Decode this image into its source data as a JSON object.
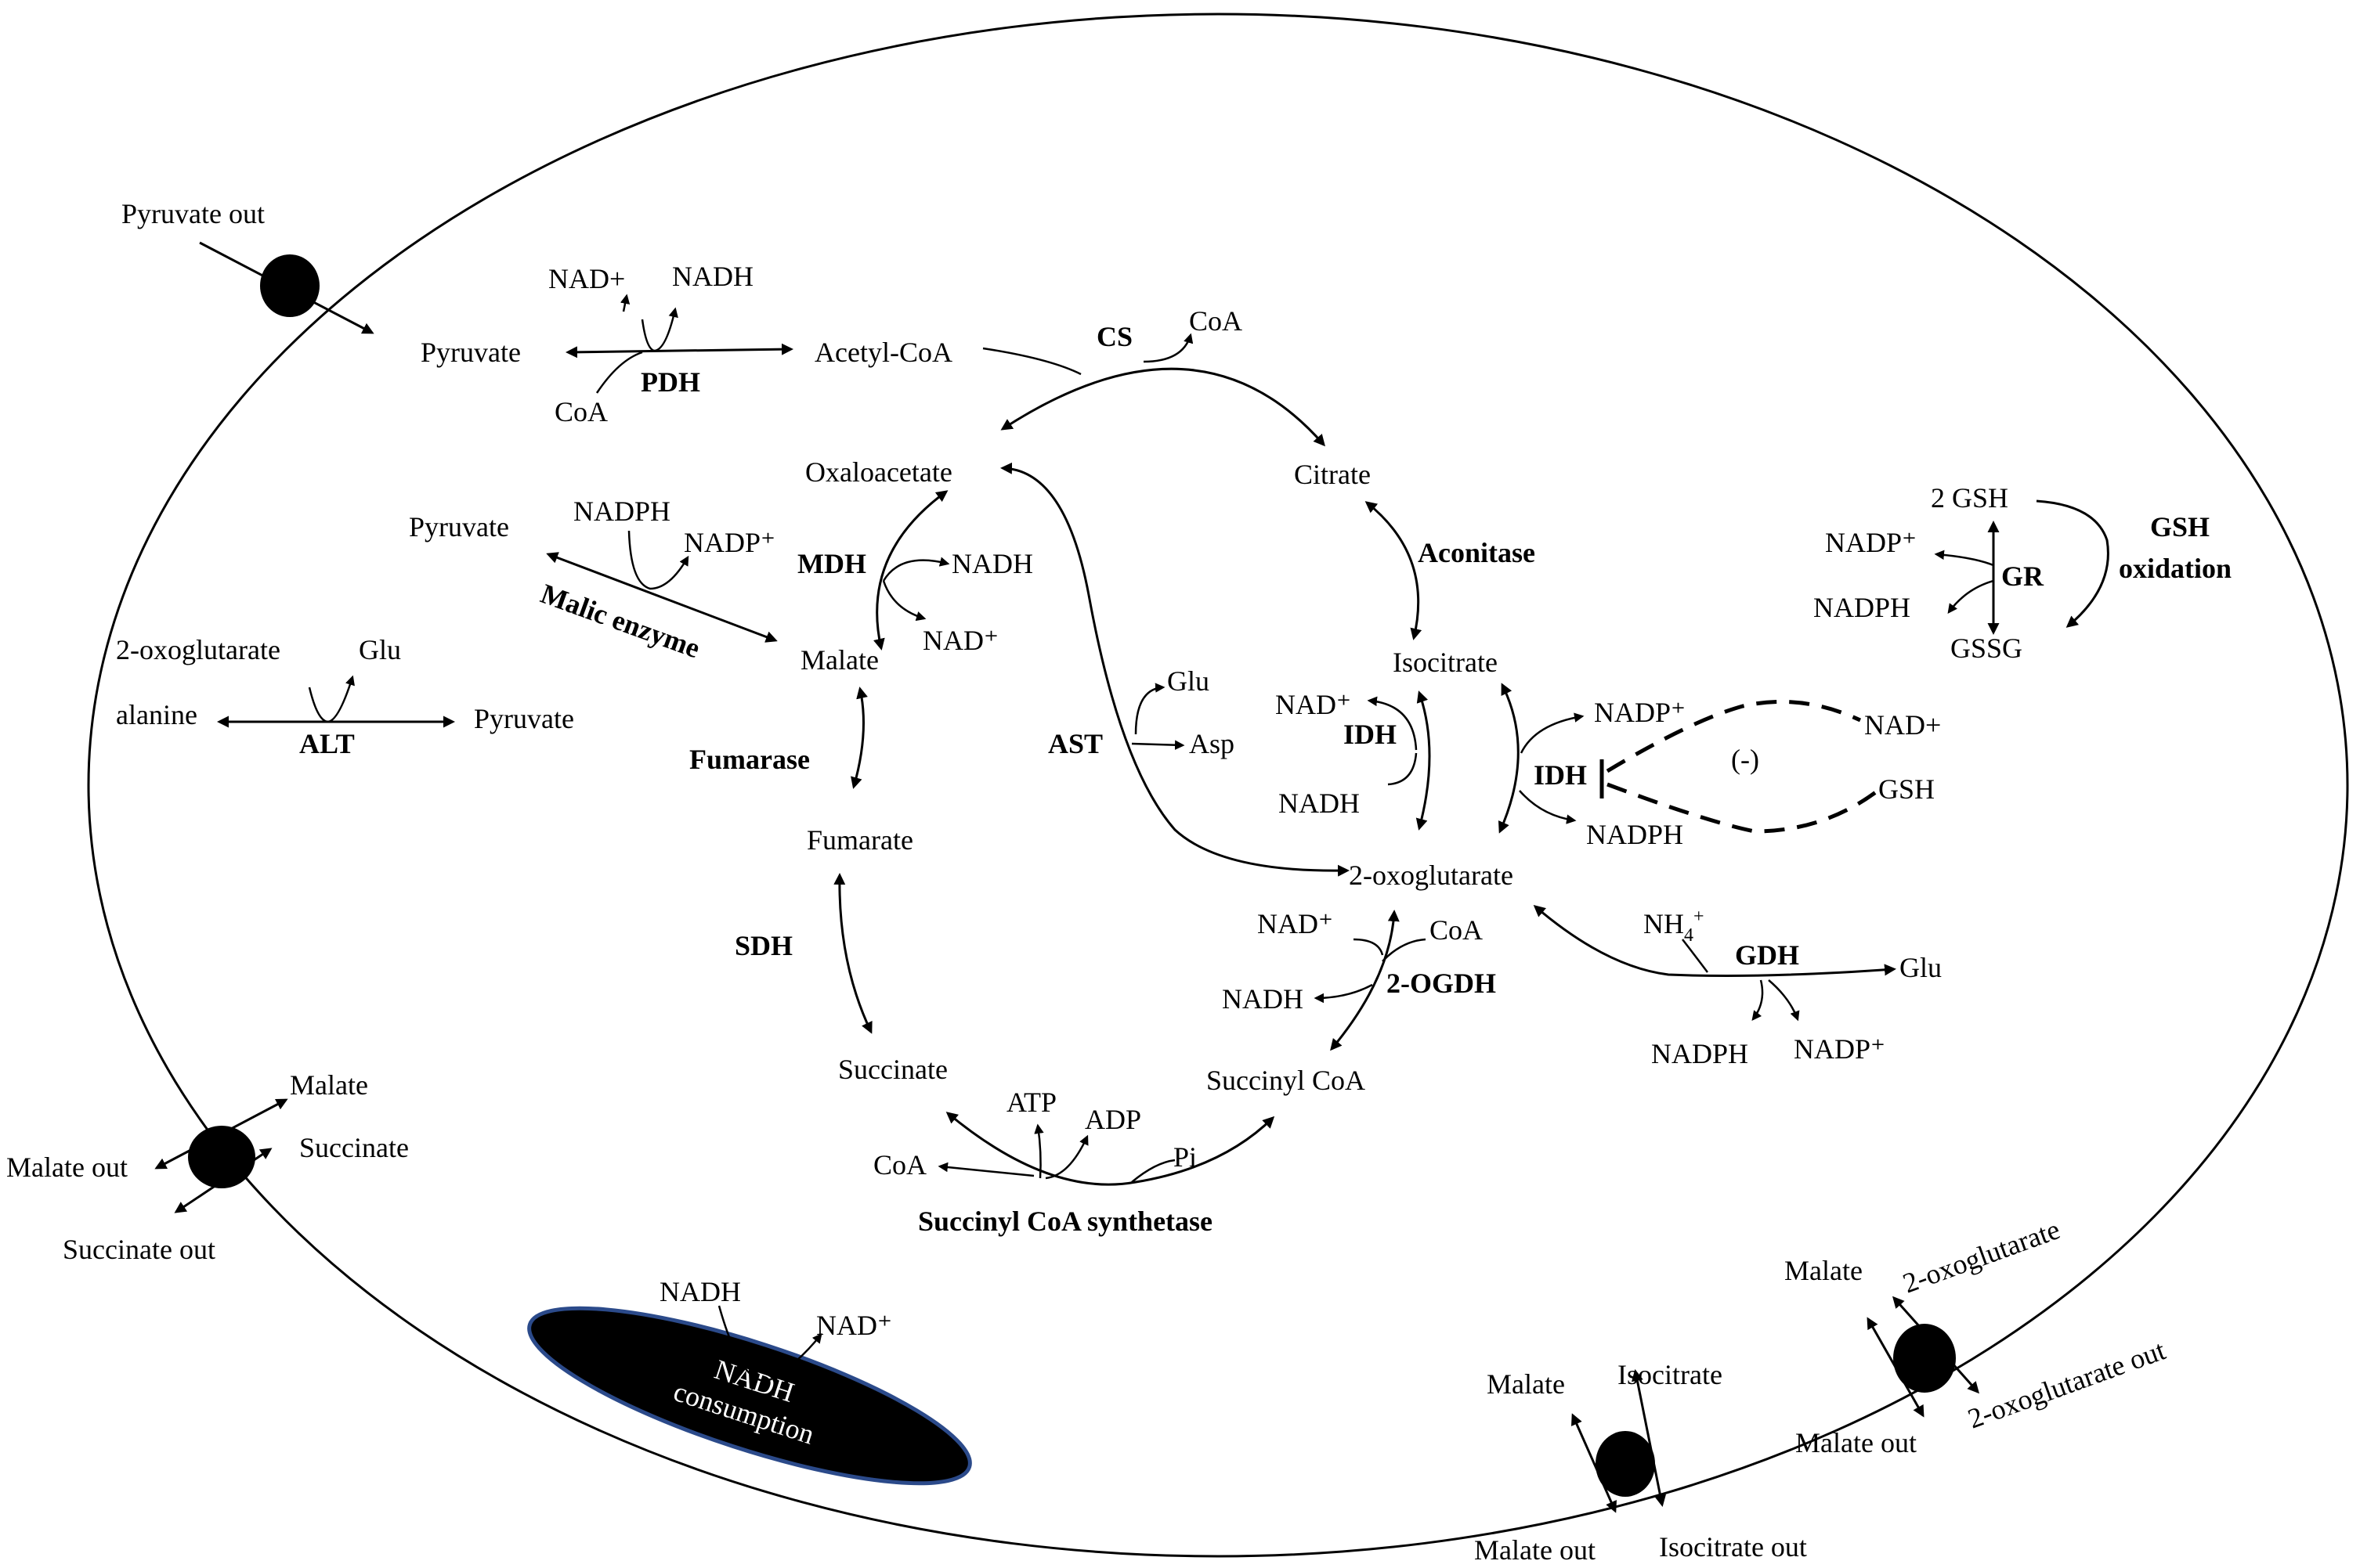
{
  "transporters": {
    "pyruvate_out": "Pyruvate out",
    "malate_a": "Malate",
    "succinate_a": "Succinate",
    "malate_out_a": "Malate out",
    "succinate_out_a": "Succinate out",
    "malate_b": "Malate",
    "isocitrate_b": "Isocitrate",
    "malate_out_b": "Malate out",
    "isocitrate_out_b": "Isocitrate out",
    "malate_c": "Malate",
    "oxoglutarate_c": "2-oxoglutarate",
    "malate_out_c": "Malate out",
    "oxoglutarate_out_c": "2-oxoglutarate out"
  },
  "nadh_consumption": {
    "title_line1": "NADH",
    "title_line2": "consumption",
    "nadh": "NADH",
    "nad": "NAD⁺"
  },
  "pdh": {
    "enzyme": "PDH",
    "pyruvate": "Pyruvate",
    "acetyl_coa": "Acetyl-CoA",
    "nad": "NAD+",
    "nadh": "NADH",
    "coa": "CoA"
  },
  "malic": {
    "enzyme": "Malic enzyme",
    "pyruvate": "Pyruvate",
    "nadph": "NADPH",
    "nadp": "NADP⁺"
  },
  "alt": {
    "enzyme": "ALT",
    "alanine": "alanine",
    "pyruvate": "Pyruvate",
    "oxoglutarate": "2-oxoglutarate",
    "glu": "Glu"
  },
  "tca": {
    "cs": "CS",
    "coa_cs": "CoA",
    "oxaloacetate": "Oxaloacetate",
    "citrate": "Citrate",
    "aconitase": "Aconitase",
    "isocitrate": "Isocitrate",
    "malate": "Malate",
    "mdh": "MDH",
    "mdh_nadh": "NADH",
    "mdh_nad": "NAD⁺",
    "fumarase": "Fumarase",
    "fumarate": "Fumarate",
    "sdh": "SDH",
    "succinate": "Succinate",
    "succinyl_coa": "Succinyl CoA",
    "scs": "Succinyl CoA synthetase",
    "atp": "ATP",
    "adp": "ADP",
    "pi": "Pi",
    "coa_scs": "CoA",
    "oxoglutarate": "2-oxoglutarate",
    "ogdh": "2-OGDH",
    "ogdh_nad": "NAD⁺",
    "ogdh_coa": "CoA",
    "ogdh_nadh": "NADH",
    "ast": "AST",
    "ast_glu": "Glu",
    "ast_asp": "Asp"
  },
  "idh": {
    "nad_enzyme": "IDH",
    "nad": "NAD⁺",
    "nadh": "NADH",
    "nadp_enzyme": "IDH",
    "nadp": "NADP⁺",
    "nadph": "NADPH",
    "inhibition": "(-)",
    "inh_nad": "NAD+",
    "inh_gsh": "GSH"
  },
  "gdh": {
    "enzyme": "GDH",
    "nh4": "NH",
    "nh4_sub": "4",
    "nh4_sup": "+",
    "glu": "Glu",
    "nadph": "NADPH",
    "nadp": "NADP⁺"
  },
  "gsh": {
    "gsh2": "2 GSH",
    "gssg": "GSSG",
    "gr": "GR",
    "nadp": "NADP⁺",
    "nadph": "NADPH",
    "oxidation_line1": "GSH",
    "oxidation_line2": "oxidation"
  }
}
